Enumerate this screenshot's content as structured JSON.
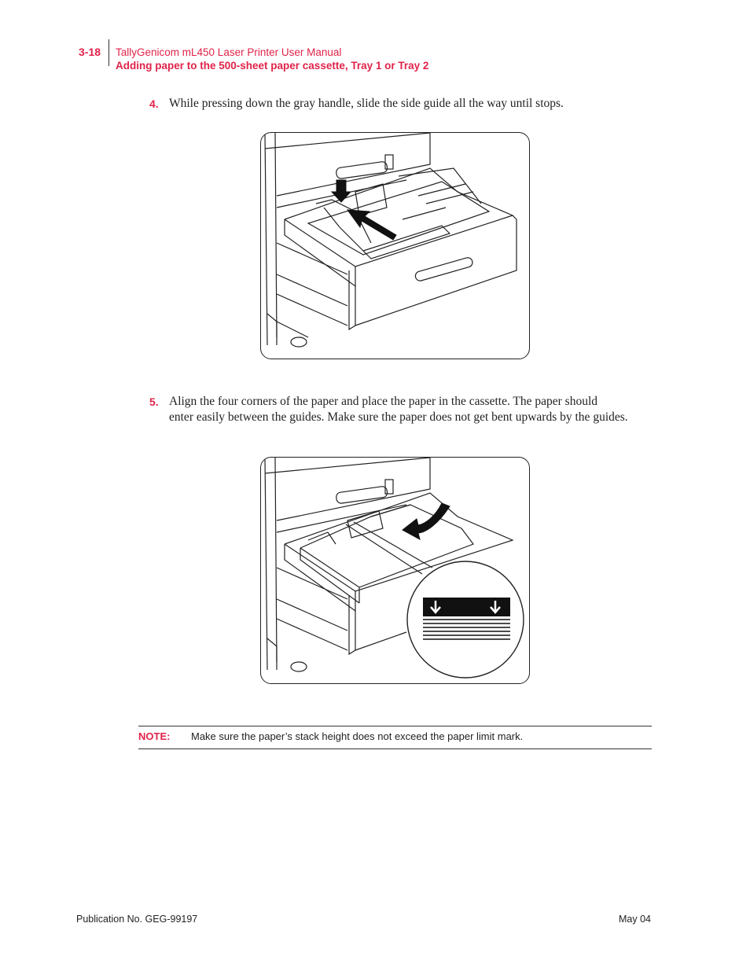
{
  "header": {
    "page_number": "3-18",
    "manual_title": "TallyGenicom mL450 Laser Printer User Manual",
    "section_title": "Adding paper to the 500-sheet paper cassette, Tray 1 or Tray 2"
  },
  "steps": [
    {
      "number": "4.",
      "text": "While pressing down the gray handle, slide the side guide all the way until stops."
    },
    {
      "number": "5.",
      "lines": [
        "Align the four corners of the paper and place the paper in the cassette. The paper should",
        "enter easily between the guides. Make sure the paper does not get bent upwards by the guides."
      ]
    }
  ],
  "note": {
    "label": "NOTE:",
    "text": "Make sure the paper’s stack height does not exceed the paper limit mark."
  },
  "footer": {
    "publication": "Publication No. GEG-99197",
    "date": "May 04"
  },
  "colors": {
    "accent": "#e0234a",
    "text": "#222222"
  }
}
